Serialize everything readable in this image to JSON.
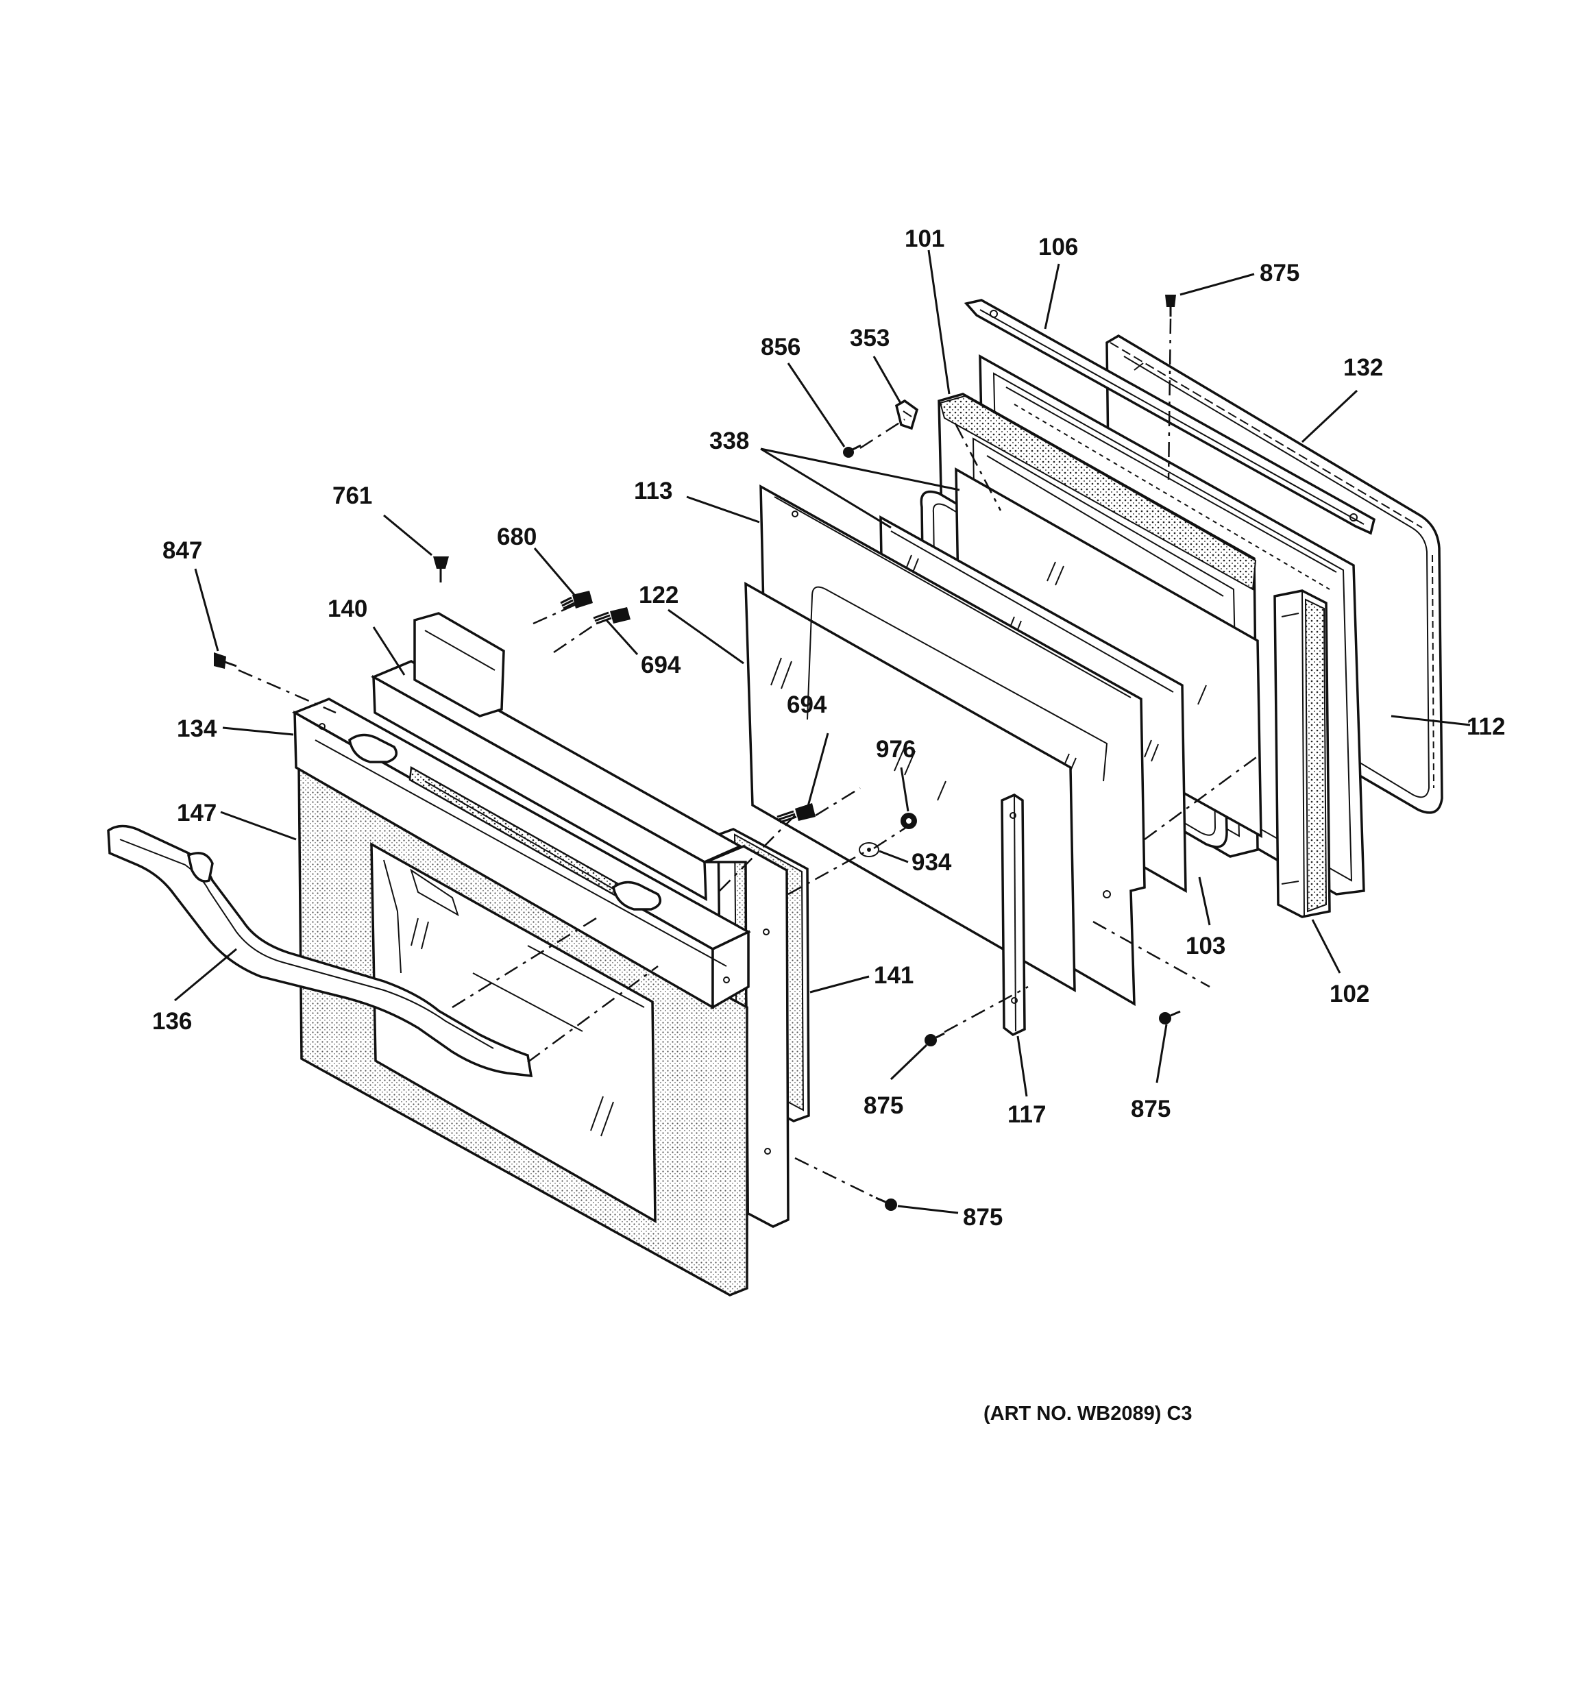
{
  "diagram": {
    "art_number": "(ART NO. WB2089) C3",
    "callouts": [
      {
        "id": "c101",
        "label": "101"
      },
      {
        "id": "c106",
        "label": "106"
      },
      {
        "id": "c875a",
        "label": "875"
      },
      {
        "id": "c856",
        "label": "856"
      },
      {
        "id": "c353",
        "label": "353"
      },
      {
        "id": "c132",
        "label": "132"
      },
      {
        "id": "c338",
        "label": "338"
      },
      {
        "id": "c113",
        "label": "113"
      },
      {
        "id": "c761",
        "label": "761"
      },
      {
        "id": "c680",
        "label": "680"
      },
      {
        "id": "c847",
        "label": "847"
      },
      {
        "id": "c122",
        "label": "122"
      },
      {
        "id": "c140",
        "label": "140"
      },
      {
        "id": "c694a",
        "label": "694"
      },
      {
        "id": "c112",
        "label": "112"
      },
      {
        "id": "c134",
        "label": "134"
      },
      {
        "id": "c694b",
        "label": "694"
      },
      {
        "id": "c976",
        "label": "976"
      },
      {
        "id": "c147",
        "label": "147"
      },
      {
        "id": "c934",
        "label": "934"
      },
      {
        "id": "c103",
        "label": "103"
      },
      {
        "id": "c141",
        "label": "141"
      },
      {
        "id": "c136",
        "label": "136"
      },
      {
        "id": "c102",
        "label": "102"
      },
      {
        "id": "c875b",
        "label": "875"
      },
      {
        "id": "c117",
        "label": "117"
      },
      {
        "id": "c875c",
        "label": "875"
      },
      {
        "id": "c875d",
        "label": "875"
      }
    ]
  }
}
